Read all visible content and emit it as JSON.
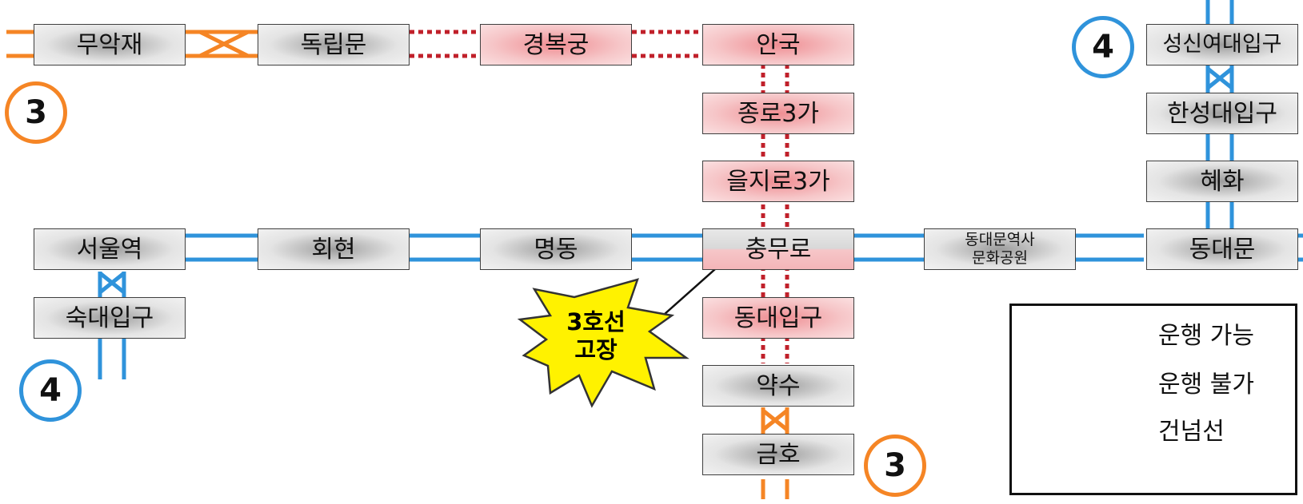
{
  "stations": {
    "muakjae": "무악재",
    "dongnimmun": "독립문",
    "gyeongbokgung": "경복궁",
    "anguk": "안국",
    "jongno3ga": "종로3가",
    "euljiro3ga": "을지로3가",
    "chungmuro": "충무로",
    "dongguk_univ": "동대입구",
    "yaksu": "약수",
    "geumho": "금호",
    "seoul_station": "서울역",
    "sookmyung": "숙대입구",
    "hoehyeon": "회현",
    "myeongdong": "명동",
    "ddp": "동대문역사\n문화공원",
    "dongdaemun": "동대문",
    "hyehwa": "혜화",
    "hansung_univ": "한성대입구",
    "sungshin": "성신여대입구"
  },
  "line_badges": {
    "line3_top": "3",
    "line3_bottom": "3",
    "line4_left": "4",
    "line4_right": "4"
  },
  "fault": {
    "label": "3호선\n고장"
  },
  "legend": {
    "operable": "운행 가능",
    "inoperable": "운행 불가",
    "crossover": "건넘선"
  },
  "colors": {
    "line3": "#f58525",
    "line4": "#2f93db",
    "inoperable": "#c0202a",
    "burst": "#fff200"
  }
}
